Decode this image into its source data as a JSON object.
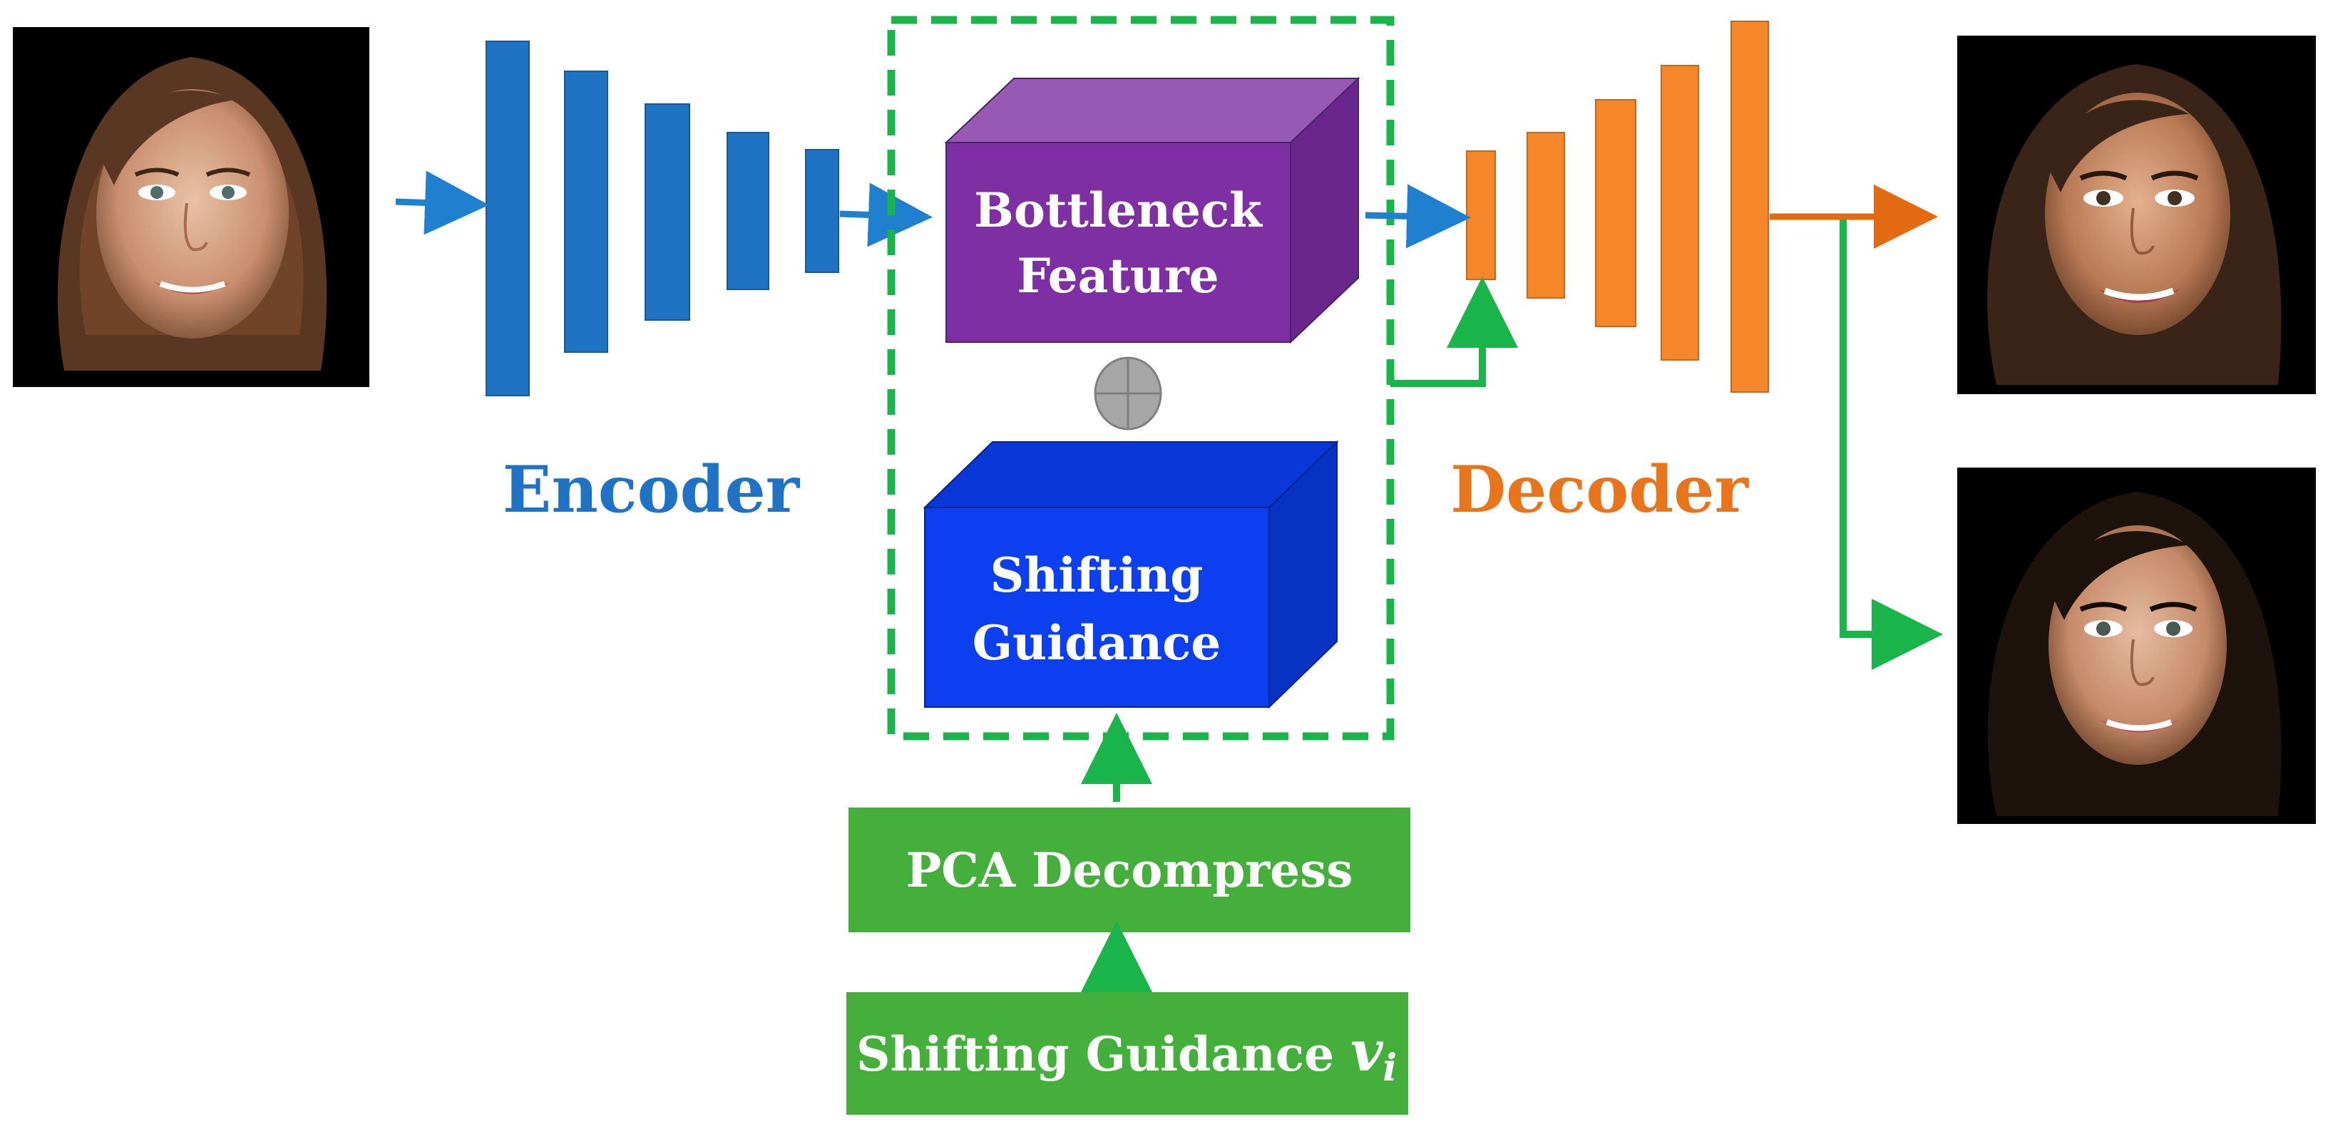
{
  "labels": {
    "encoder": "Encoder",
    "decoder": "Decoder",
    "bottleneck_line1": "Bottleneck",
    "bottleneck_line2": "Feature",
    "shifting_line1": "Shifting",
    "shifting_line2": "Guidance",
    "pca": "PCA Decompress",
    "guidance_vector": "Shifting Guidance ",
    "guidance_symbol": "v",
    "guidance_subscript": "i"
  },
  "colors": {
    "encoder": "#1f72c4",
    "decoder": "#f5862a",
    "bottleneck_front": "#7e2fa3",
    "bottleneck_top": "#9659b4",
    "bottleneck_side": "#6a268d",
    "shifting_front": "#0b3ff0",
    "shifting_top": "#0a38d8",
    "shifting_side": "#0832c2",
    "green": "#45af3c",
    "green_line": "#1ab54a",
    "dash_box": "#1ab54a",
    "plus_circle": "#a6a6a6",
    "encoder_text": "#1f72c4",
    "decoder_text": "#e8741c",
    "arrow_blue": "#1f80cf",
    "arrow_orange": "#e36a12"
  },
  "icons": {
    "combine": "circled-plus-icon",
    "input_face": "face-photo-icon",
    "output_faces": [
      "face-photo-icon",
      "face-photo-icon"
    ]
  }
}
